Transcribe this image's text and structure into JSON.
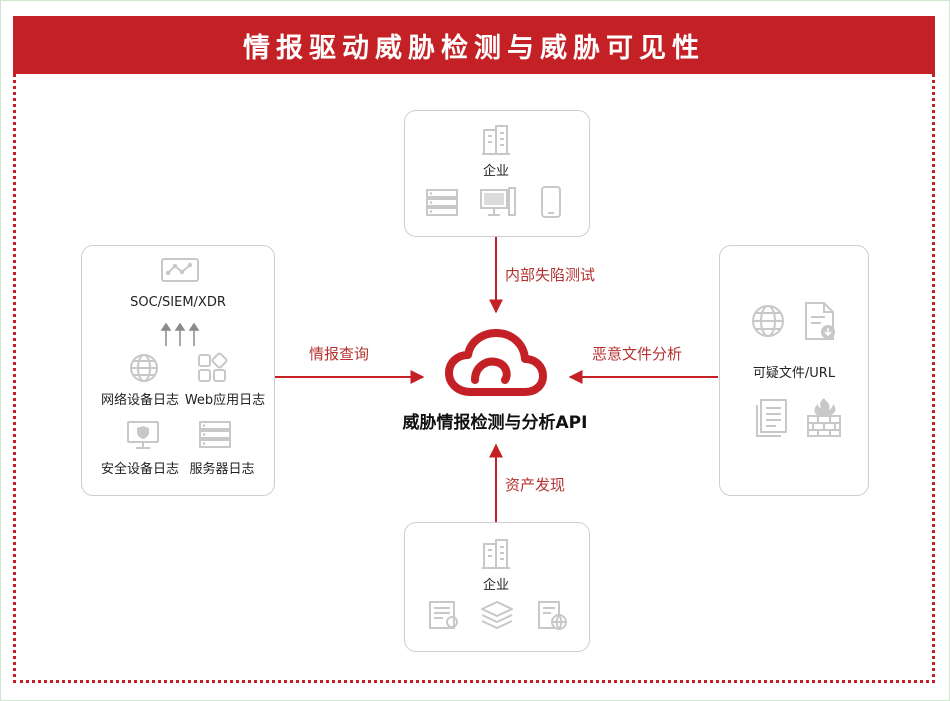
{
  "title": "情报驱动威胁检测与威胁可见性",
  "center": {
    "title": "威胁情报检测与分析API",
    "icon": "cloud-icon"
  },
  "top_node": {
    "label": "企业",
    "icons": [
      "building-icon",
      "server-icon",
      "desktop-icon",
      "mobile-icon"
    ]
  },
  "bottom_node": {
    "label": "企业",
    "icons": [
      "building-icon",
      "certificate-icon",
      "layers-icon",
      "web-doc-icon"
    ]
  },
  "left_node": {
    "top_label": "SOC/SIEM/XDR",
    "items": [
      "网络设备日志",
      "Web应用日志",
      "安全设备日志",
      "服务器日志"
    ],
    "icons": [
      "network-graph-icon",
      "globe-icon",
      "apps-grid-icon",
      "shield-monitor-icon",
      "server-icon"
    ]
  },
  "right_node": {
    "label": "可疑文件/URL",
    "icons": [
      "globe-icon",
      "file-download-icon",
      "document-icon",
      "firewall-icon"
    ]
  },
  "arrows": {
    "top": "内部失陷测试",
    "left": "情报查询",
    "right": "恶意文件分析",
    "bottom": "资产发现"
  },
  "colors": {
    "accent": "#c42126",
    "icon_gray": "#c8c8c8",
    "border": "#cfcfcf"
  }
}
